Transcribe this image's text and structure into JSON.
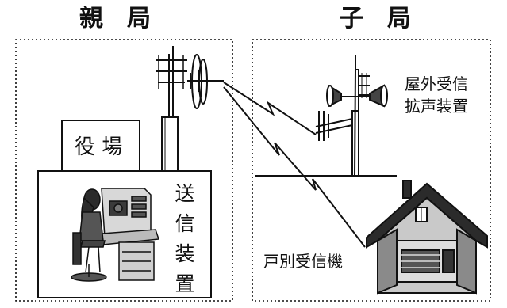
{
  "headers": {
    "parent_station": "親　局",
    "child_station": "子　局"
  },
  "labels": {
    "town_office": "役 場",
    "transmitter": "送信装置",
    "outdoor_speaker_line1": "屋外受信",
    "outdoor_speaker_line2": "拡声装置",
    "home_receiver": "戸別受信機"
  },
  "colors": {
    "ink": "#111111",
    "screen": "#3a3a3a",
    "house_roof": "#2b2b2b",
    "house_front": "#c9c9c9",
    "background": "#ffffff"
  }
}
